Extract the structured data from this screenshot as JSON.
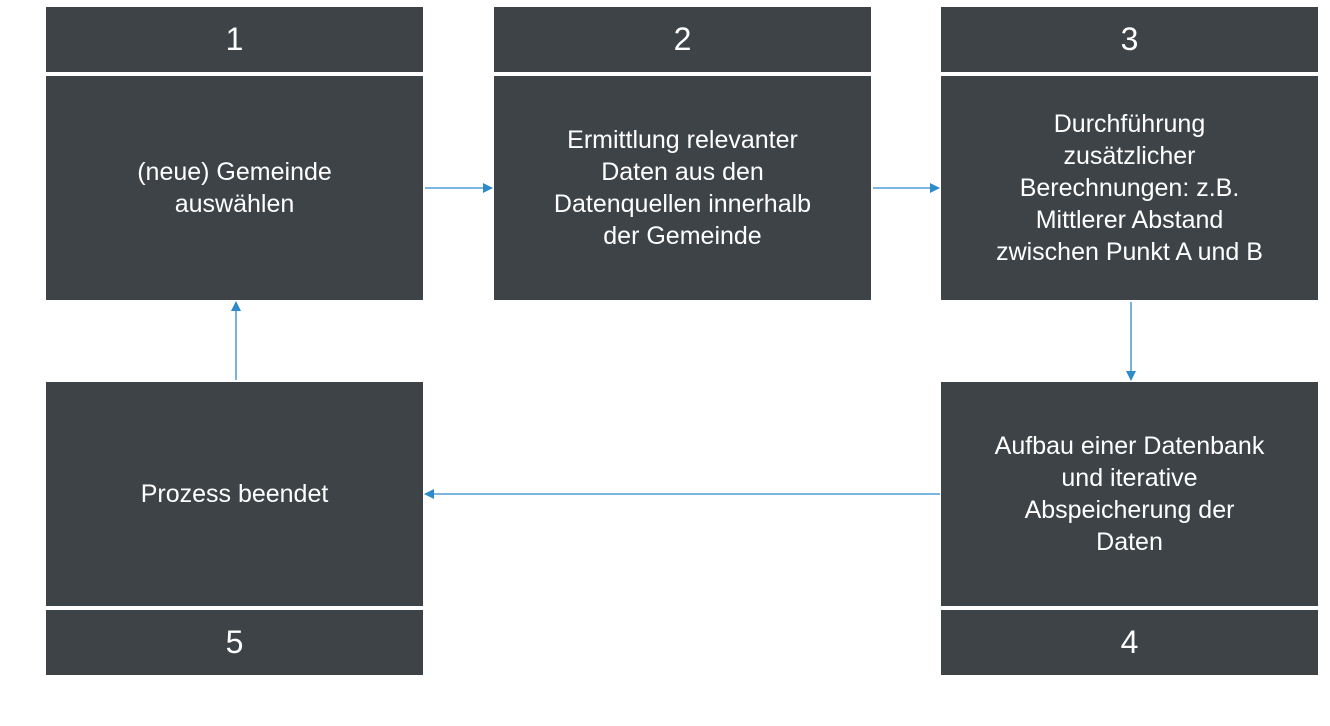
{
  "accent": "#2e8bc9",
  "box_color": "#3e4347",
  "steps": [
    {
      "number": "1",
      "lines": [
        "(neue) Gemeinde",
        "auswählen"
      ]
    },
    {
      "number": "2",
      "lines": [
        "Ermittlung relevanter",
        "Daten aus den",
        "Datenquellen innerhalb",
        "der Gemeinde"
      ]
    },
    {
      "number": "3",
      "lines": [
        "Durchführung",
        "zusätzlicher",
        "Berechnungen: z.B.",
        "Mittlerer Abstand",
        "zwischen Punkt A und B"
      ]
    },
    {
      "number": "4",
      "lines": [
        "Aufbau einer Datenbank",
        "und iterative",
        "Abspeicherung der",
        "Daten"
      ]
    },
    {
      "number": "5",
      "lines": [
        "Prozess beendet"
      ]
    }
  ]
}
